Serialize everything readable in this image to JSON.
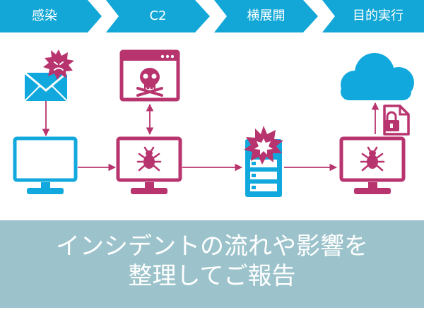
{
  "steps": [
    {
      "label": "感染"
    },
    {
      "label": "C2"
    },
    {
      "label": "横展開"
    },
    {
      "label": "目的実行"
    }
  ],
  "banner": {
    "line1": "インシデントの流れや影響を",
    "line2": "整理してご報告"
  },
  "colors": {
    "step_blue": "#12a7d6",
    "icon_blue": "#11a9dd",
    "icon_magenta": "#b8346f",
    "banner_bg": "#9cc3cb"
  },
  "icons": [
    "email-icon",
    "virus-icon",
    "monitor-icon",
    "skull-window-icon",
    "bug-icon",
    "server-icon",
    "cloud-icon",
    "locked-document-icon"
  ]
}
